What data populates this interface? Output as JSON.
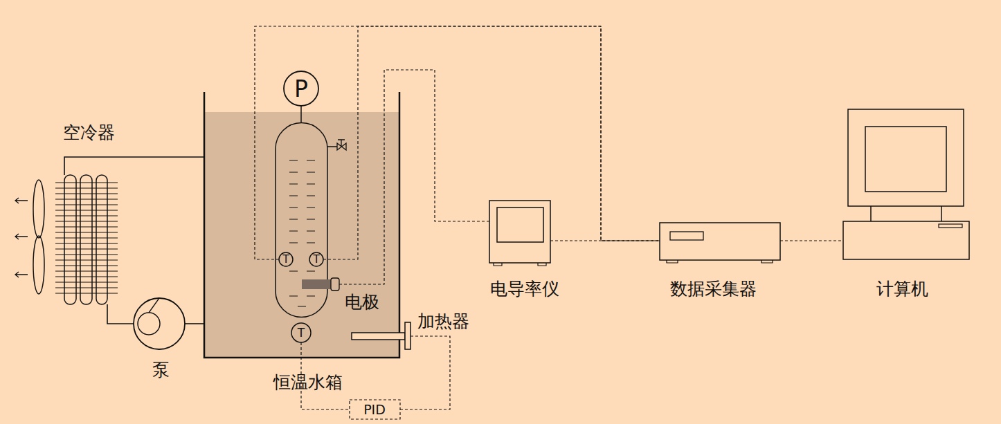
{
  "diagram": {
    "nodes": [
      {
        "text": [
          "空冷器"
        ]
      },
      {
        "text": [
          "恒温水箱"
        ]
      },
      {
        "text": [
          "P"
        ],
        "in": 1
      },
      {
        "text": [
          "T"
        ],
        "in": 1
      },
      {
        "text": [
          "T"
        ],
        "in": 1
      },
      {
        "text": [
          "电极"
        ],
        "in": 1
      },
      {
        "text": [
          "T"
        ],
        "in": 1
      },
      {
        "text": [
          "加热器"
        ]
      },
      {
        "text": [
          "泵"
        ]
      },
      {
        "text": [
          "PID"
        ]
      },
      {
        "text": [
          "电导率仪"
        ]
      },
      {
        "text": [
          "数据采集器"
        ]
      },
      {
        "text": [
          "计算机"
        ]
      }
    ],
    "edges": [
      {
        "from": 0,
        "to": 1,
        "arrow": "none"
      },
      {
        "from": 0,
        "to": 8,
        "arrow": "none"
      },
      {
        "from": 8,
        "to": 1,
        "arrow": "none"
      },
      {
        "from": 3,
        "to": 11,
        "arrow": "none"
      },
      {
        "from": 4,
        "to": 11,
        "arrow": "none"
      },
      {
        "from": 5,
        "to": 10,
        "arrow": "none"
      },
      {
        "from": 10,
        "to": 11,
        "arrow": "none"
      },
      {
        "from": 11,
        "to": 12,
        "arrow": "none"
      },
      {
        "from": 6,
        "to": 9,
        "arrow": "none"
      },
      {
        "from": 9,
        "to": 7,
        "arrow": "none"
      }
    ]
  }
}
